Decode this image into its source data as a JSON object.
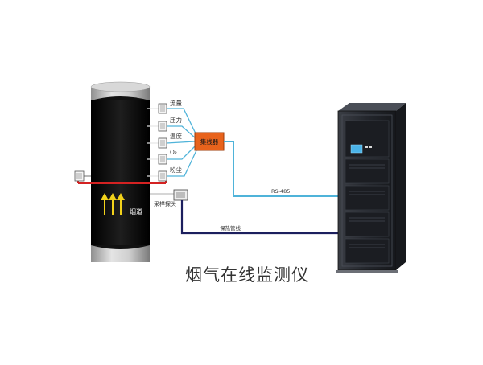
{
  "title": "烟气在线监测仪",
  "sensors": [
    {
      "label": "流量"
    },
    {
      "label": "压力"
    },
    {
      "label": "温度"
    },
    {
      "label": "O₂"
    },
    {
      "label": "粉尘"
    }
  ],
  "collector": {
    "label": "集线器"
  },
  "stack": {
    "label": "烟道"
  },
  "probe": {
    "label": "采样探头"
  },
  "lines": {
    "rs485": "RS-485",
    "heated": "保热管线"
  },
  "colors": {
    "stack_body": "#0d0d0d",
    "stack_metal": "#b8b8b8",
    "signal_line": "#4fb3d9",
    "heated_line": "#1c1f5e",
    "collector_fill": "#e8631c",
    "arrow": "#f2d21b",
    "red_line": "#d42222",
    "cabinet": "#2a2d34"
  }
}
